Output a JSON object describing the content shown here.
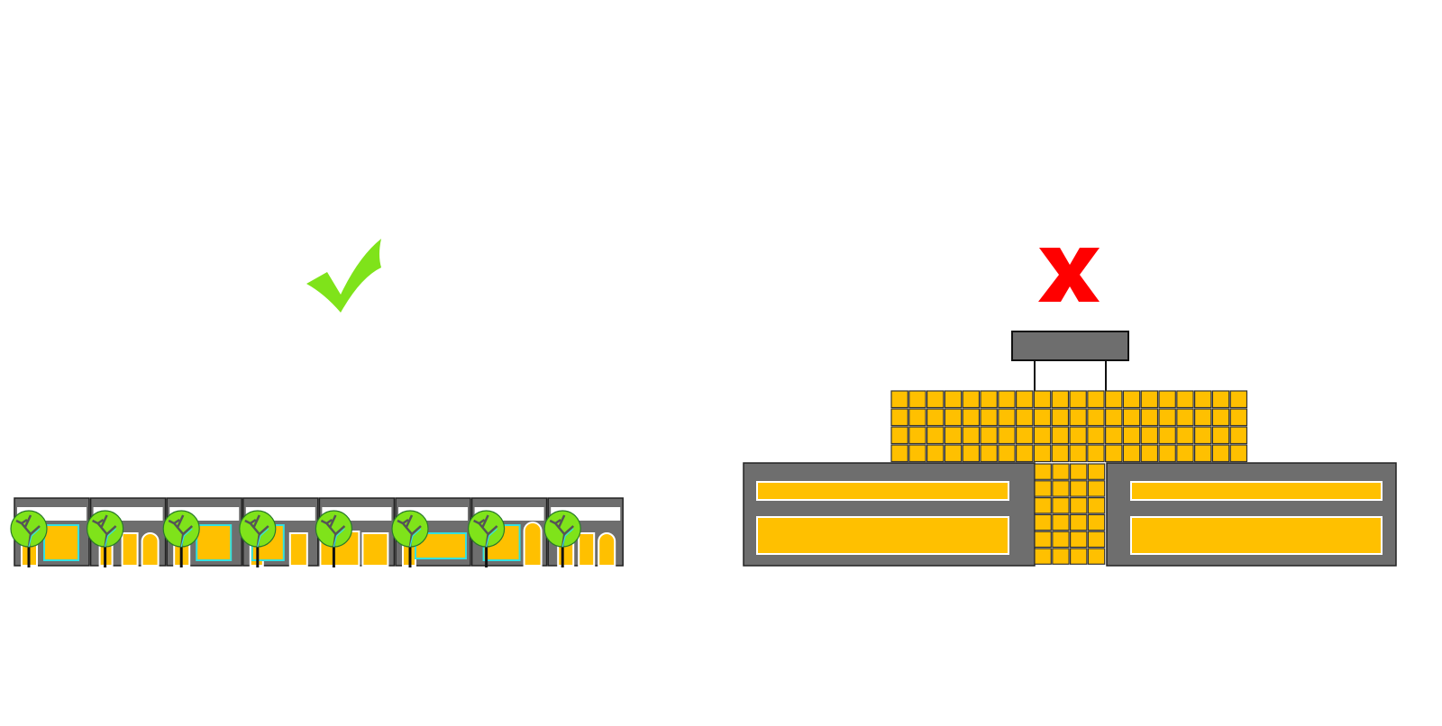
{
  "colors": {
    "check": "#7fe31a",
    "cross": "#ff0000",
    "wall": "#6e6e6e",
    "glass": "#ffc000",
    "frame_cyan": "#33e0e0",
    "tree": "#7fe31a",
    "outline": "#1a1a1a"
  },
  "good_example": {
    "storefront_count": 8
  },
  "bad_example": {
    "upper_grid": {
      "columns": 20,
      "rows": 4
    },
    "lower_grid": {
      "columns": 4,
      "rows": 6
    }
  }
}
